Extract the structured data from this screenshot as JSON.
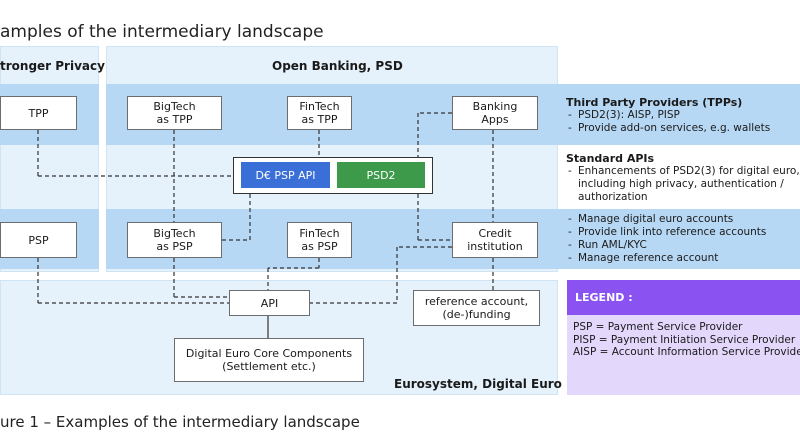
{
  "title": "amples of the intermediary landscape",
  "caption": "ure 1 – Examples of the intermediary landscape",
  "sections": {
    "stronger_privacy": "tronger Privacy",
    "open_banking": "Open Banking, PSD",
    "eurosystem": "Eurosystem, Digital Euro"
  },
  "nodes": {
    "tpp": "TPP",
    "psp": "PSP",
    "bigtech_tpp": "BigTech\nas TPP",
    "fintech_tpp": "FinTech\nas TPP",
    "banking_apps": "Banking\nApps",
    "bigtech_psp": "BigTech\nas PSP",
    "fintech_psp": "FinTech\nas PSP",
    "credit_institution": "Credit\ninstitution",
    "api": "API",
    "reference_account": "reference account,\n(de-)funding",
    "core_components": "Digital Euro Core Components\n(Settlement etc.)"
  },
  "apis": {
    "de_psp_api": "D€ PSP API",
    "psd2": "PSD2"
  },
  "right_panel": {
    "tpp_heading": "Third Party Providers (TPPs)",
    "tpp_items": [
      "PSD2(3): AISP, PISP",
      "Provide add-on services, e.g. wallets"
    ],
    "std_heading": "Standard APIs",
    "std_items": [
      "Enhancements of PSD2(3) for digital euro,",
      "including high privacy, authentication /",
      "authorization"
    ],
    "psp_items": [
      "Manage digital euro accounts",
      "Provide link into reference accounts",
      "Run AML/KYC",
      "Manage reference account"
    ]
  },
  "legend": {
    "heading": "LEGEND :",
    "items": [
      "PSP = Payment Service Provider",
      "PISP = Payment Initiation Service Provider",
      "AISP = Account Information Service Provider"
    ]
  },
  "colors": {
    "band_blue": "#b7d8f4",
    "panel_light": "#e6f2fb",
    "api_blue": "#3b6fd8",
    "psd2_green": "#3c9a4a",
    "legend_purple": "#8a52f0",
    "legend_light": "#e3d8fc"
  }
}
